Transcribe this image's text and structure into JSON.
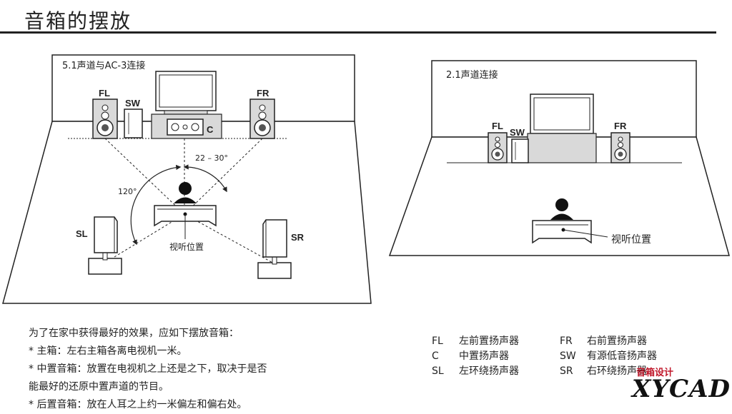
{
  "title": "音箱的摆放",
  "left_panel": {
    "label": "5.1声道与AC-3连接",
    "speakers": {
      "fl": "FL",
      "sw": "SW",
      "fr": "FR",
      "c": "C",
      "sl": "SL",
      "sr": "SR"
    },
    "angle_front": "22 – 30°",
    "angle_rear": "120°",
    "listening_position": "视听位置"
  },
  "right_panel": {
    "label": "2.1声道连接",
    "speakers": {
      "fl": "FL",
      "sw": "SW",
      "fr": "FR"
    },
    "listening_position": "视听位置"
  },
  "notes": [
    "为了在家中获得最好的效果，应如下摆放音箱：",
    "* 主箱：左右主箱各离电视机一米。",
    "* 中置音箱：放置在电视机之上还是之下，取决于是否",
    "   能最好的还原中置声道的节目。",
    "* 后置音箱：放在人耳之上约一米偏左和偏右处。"
  ],
  "legend": [
    {
      "code": "FL",
      "name": "左前置扬声器",
      "code2": "FR",
      "name2": "右前置扬声器"
    },
    {
      "code": "C",
      "name": "中置扬声器",
      "code2": "SW",
      "name2": "有源低音扬声器"
    },
    {
      "code": "SL",
      "name": "左环绕扬声器",
      "code2": "SR",
      "name2": "右环绕扬声器"
    }
  ],
  "logo": {
    "top_text": "音箱设计",
    "main_text": "XYCAD"
  },
  "colors": {
    "ink": "#222222",
    "box_fill": "#d9d9d9",
    "logo_red": "#c0172a"
  }
}
